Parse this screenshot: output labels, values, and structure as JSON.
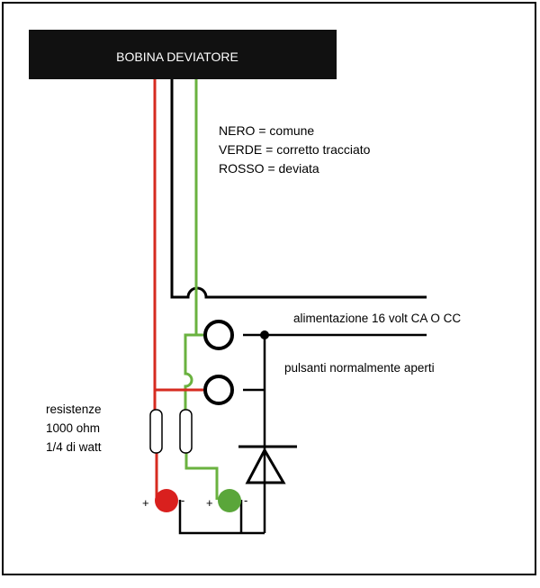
{
  "title": "BOBINA DEVIATORE",
  "legend": [
    "NERO = comune",
    "VERDE = corretto tracciato",
    "ROSSO = deviata"
  ],
  "labels": {
    "power_supply": "alimentazione 16 volt CA O CC",
    "buttons": "pulsanti normalmente aperti",
    "resistors": [
      "resistenze",
      "1000 ohm",
      "1/4 di watt"
    ]
  },
  "led_signs": {
    "red_plus": "+",
    "red_minus": "-",
    "green_plus": "+",
    "green_minus": "-"
  },
  "colors": {
    "black_wire": "#000000",
    "green_wire": "#6ab23f",
    "red_wire": "#d62b20",
    "red_led": "#d9201e",
    "green_led": "#5aa63a",
    "coil_fill": "#111111"
  }
}
